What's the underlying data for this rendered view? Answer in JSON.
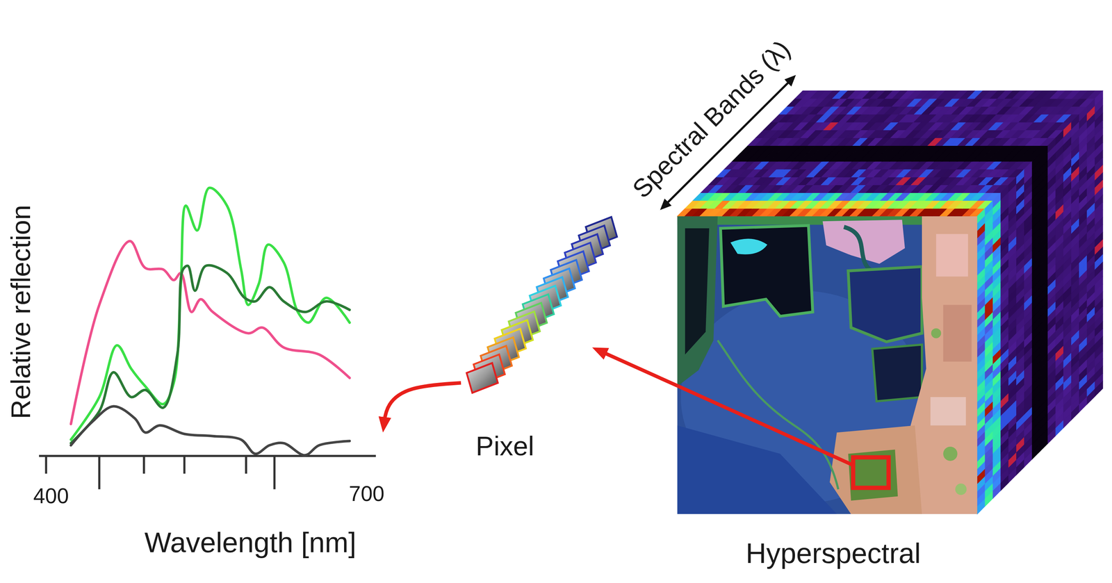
{
  "diagram": {
    "nodes": [
      {
        "text": [
          "Relative reflection",
          "Wavelength [nm]"
        ]
      },
      {
        "text": [
          "Pixel"
        ]
      },
      {
        "text": [
          "Hyperspectral"
        ]
      }
    ],
    "edges": [
      {
        "from": 2,
        "to": 1,
        "arrow": "to"
      },
      {
        "from": 1,
        "to": 0,
        "arrow": "to"
      }
    ],
    "labels": [
      "Spectral Bands (λ)",
      "400",
      "700"
    ]
  }
}
